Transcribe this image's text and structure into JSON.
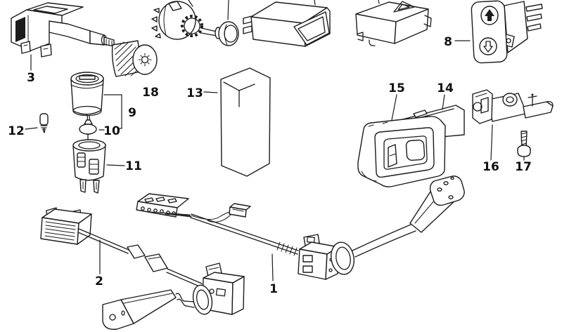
{
  "diagram": {
    "type": "exploded-parts-diagram",
    "colors": {
      "background": "#ffffff",
      "line": "#1c1c1c"
    },
    "labels": {
      "part1": "1",
      "part2": "2",
      "part3": "3",
      "part8": "8",
      "part9": "9",
      "part10": "10",
      "part11": "11",
      "part12": "12",
      "part13": "13",
      "part14": "14",
      "part15": "15",
      "part16": "16",
      "part17": "17",
      "part18": "18"
    }
  }
}
